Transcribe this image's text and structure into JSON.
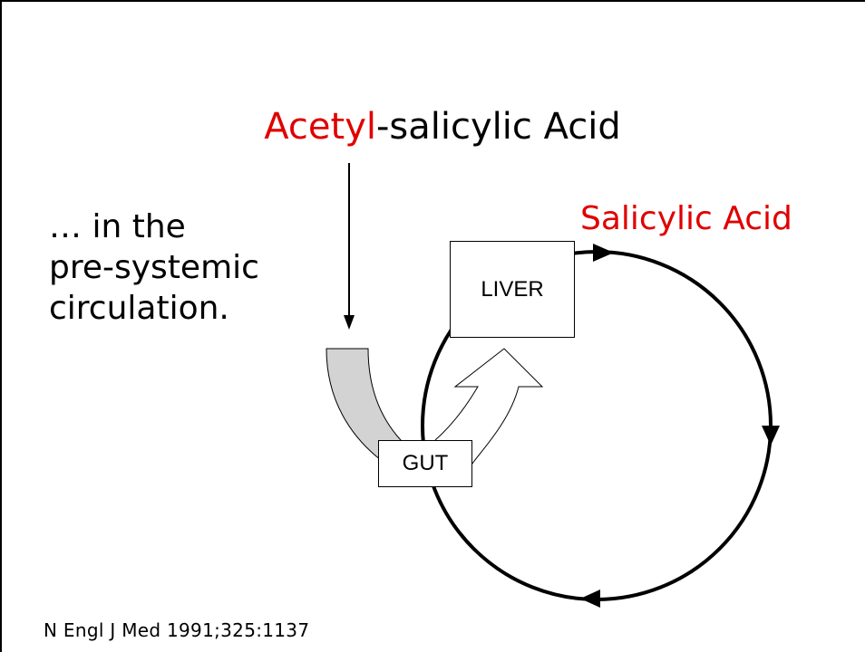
{
  "title": {
    "accent_text": "Acetyl",
    "rest_text": "-salicylic Acid"
  },
  "product_label": "Salicylic Acid",
  "caption": {
    "line1": "… in the",
    "line2": "pre-systemic",
    "line3": "circulation."
  },
  "nodes": {
    "liver": "LIVER",
    "gut": "GUT"
  },
  "citation": "N Engl J Med 1991;325:1137",
  "colors": {
    "accent": "#e00000",
    "gut_fill": "#d3d3d3",
    "ink": "#000000"
  }
}
